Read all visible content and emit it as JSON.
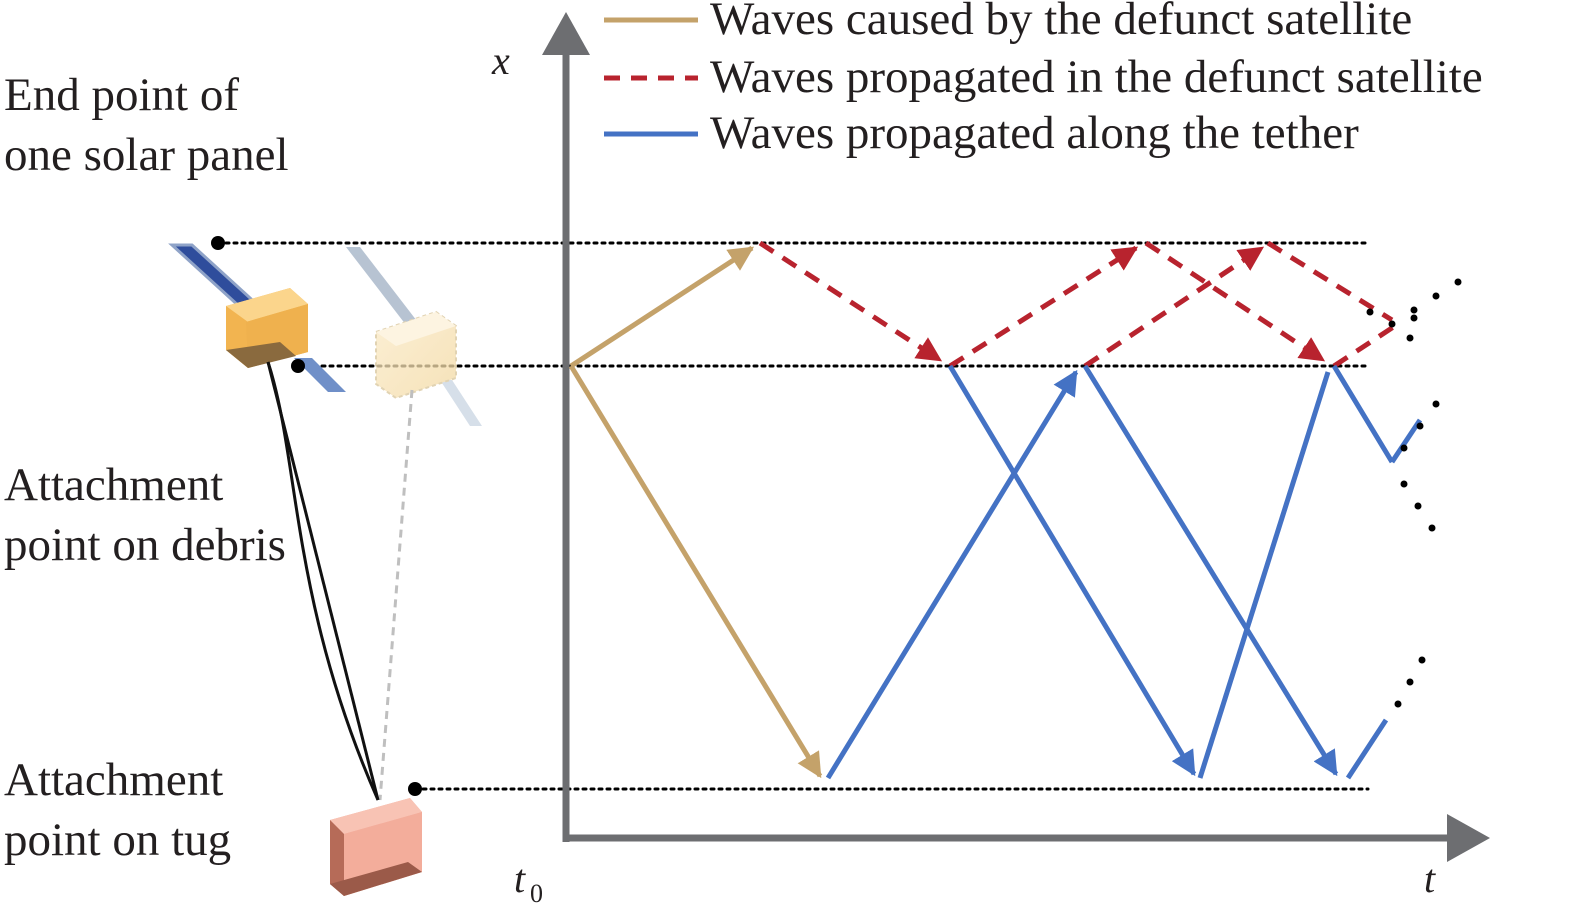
{
  "legend": [
    {
      "label": "Waves caused by the defunct satellite",
      "color": "#c4a26a",
      "style": "solid"
    },
    {
      "label": "Waves propagated in the defunct satellite",
      "color": "#b8232e",
      "style": "dashed"
    },
    {
      "label": "Waves propagated along the tether",
      "color": "#4472c4",
      "style": "solid"
    }
  ],
  "labels": {
    "end_point_line1": "End point of",
    "end_point_line2": "one solar panel",
    "attach_debris_line1": "Attachment",
    "attach_debris_line2": "point on debris",
    "attach_tug_line1": "Attachment",
    "attach_tug_line2": "point on tug"
  },
  "axes": {
    "x_label": "x",
    "t_label": "t",
    "t0_main": "t",
    "t0_sub": "0"
  },
  "colors": {
    "axis": "#6d6e71",
    "satellite_wave": "#c4a26a",
    "satellite_internal": "#b8232e",
    "tether_wave": "#4472c4",
    "reference_line": "#000000"
  }
}
